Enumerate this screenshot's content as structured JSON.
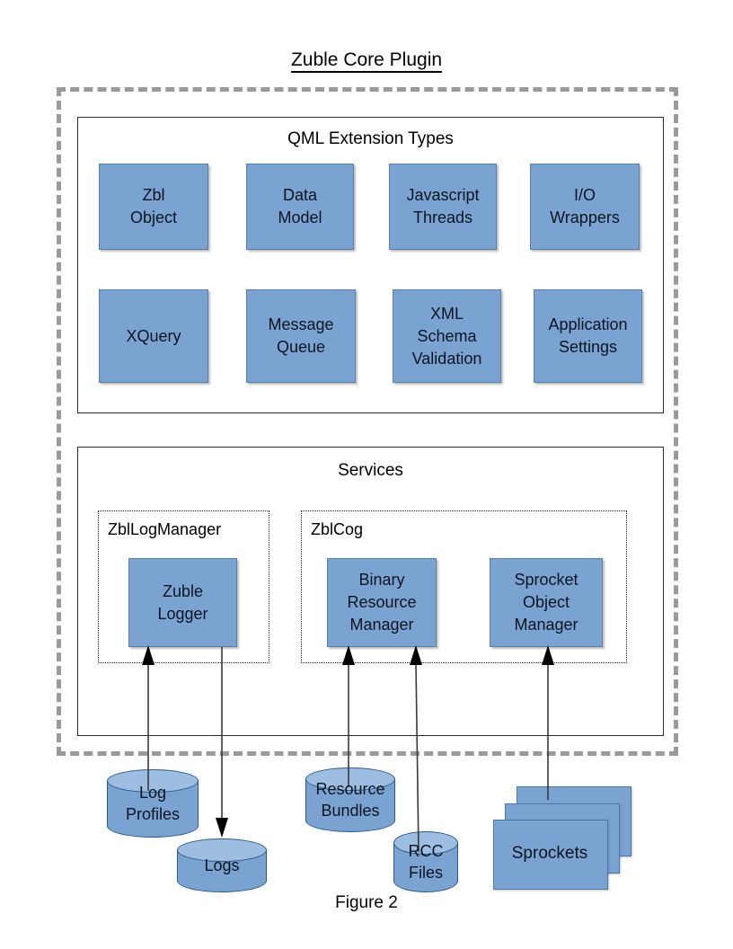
{
  "title": "Zuble Core Plugin",
  "caption": "Figure 2",
  "colors": {
    "box_fill": "#7aa3d2",
    "box_stroke": "#5b7fa6",
    "frame_dashed": "#9a9a9a",
    "frame_solid": "#2b2b2b",
    "text": "#000000"
  },
  "sections": {
    "qml": {
      "title": "QML Extension Types",
      "row1": [
        {
          "label": "Zbl\nObject"
        },
        {
          "label": "Data\nModel"
        },
        {
          "label": "Javascript\nThreads"
        },
        {
          "label": "I/O\nWrappers"
        }
      ],
      "row2": [
        {
          "label": "XQuery"
        },
        {
          "label": "Message\nQueue"
        },
        {
          "label": "XML\nSchema\nValidation"
        },
        {
          "label": "Application\nSettings"
        }
      ]
    },
    "services": {
      "title": "Services",
      "groups": [
        {
          "label": "ZblLogManager",
          "boxes": [
            {
              "label": "Zuble\nLogger"
            }
          ]
        },
        {
          "label": "ZblCog",
          "boxes": [
            {
              "label": "Binary\nResource\nManager"
            },
            {
              "label": "Sprocket\nObject\nManager"
            }
          ]
        }
      ]
    }
  },
  "datastores": [
    {
      "name": "log-profiles",
      "label": "Log\nProfiles",
      "shape": "cylinder"
    },
    {
      "name": "logs",
      "label": "Logs",
      "shape": "cylinder"
    },
    {
      "name": "resource-bundles",
      "label": "Resource\nBundles",
      "shape": "cylinder"
    },
    {
      "name": "rcc-files",
      "label": "RCC\nFiles",
      "shape": "cylinder"
    },
    {
      "name": "sprockets",
      "label": "Sprockets",
      "shape": "stacked-sheets"
    }
  ],
  "connectors": [
    {
      "from": "log-profiles",
      "to": "zuble-logger",
      "direction": "up"
    },
    {
      "from": "zuble-logger",
      "to": "logs",
      "direction": "down"
    },
    {
      "from": "resource-bundles",
      "to": "binary-resource-manager",
      "direction": "up"
    },
    {
      "from": "rcc-files",
      "to": "binary-resource-manager",
      "direction": "up"
    },
    {
      "from": "sprockets",
      "to": "sprocket-object-manager",
      "direction": "up"
    }
  ]
}
